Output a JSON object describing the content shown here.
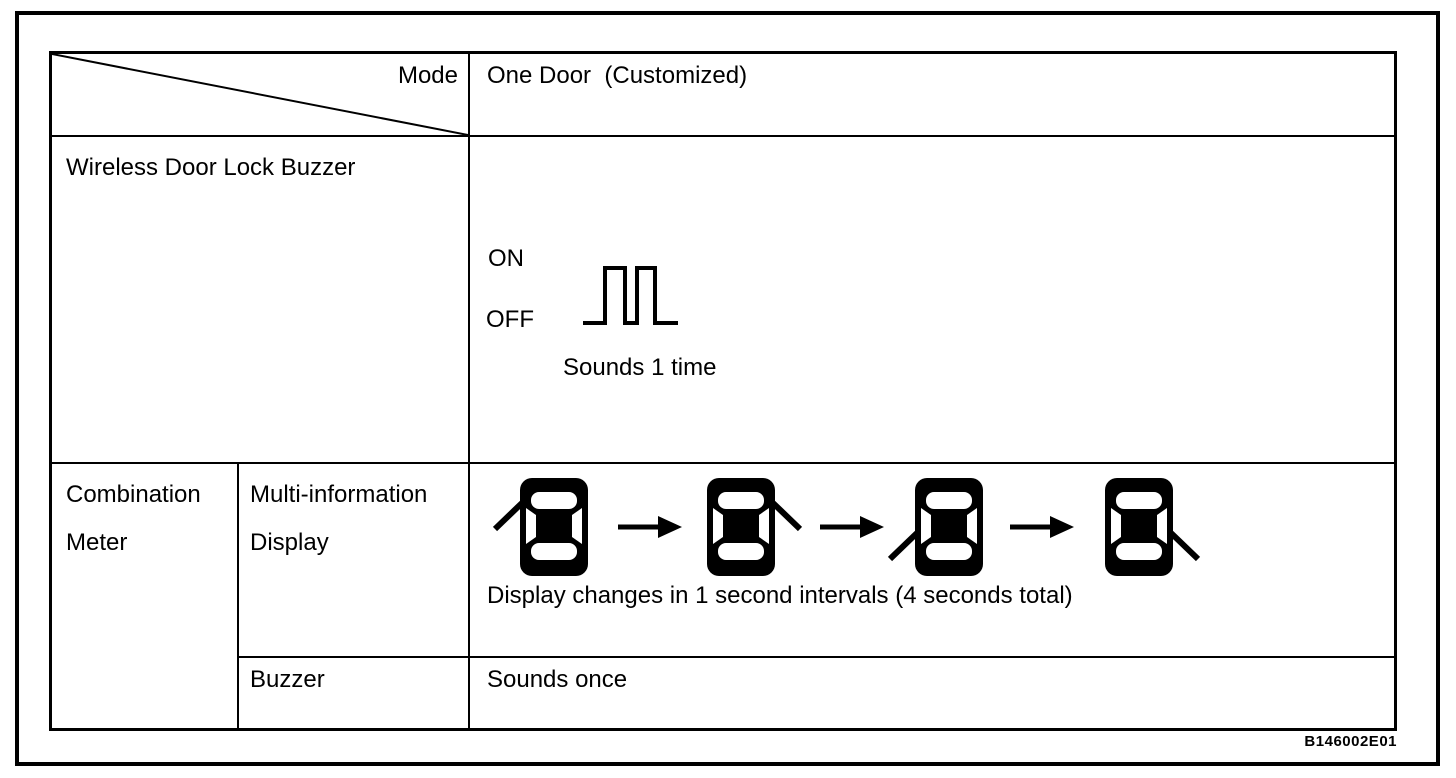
{
  "figure_code": "B146002E01",
  "colors": {
    "ink": "#000000",
    "background": "#ffffff"
  },
  "header": {
    "corner_label": "Mode",
    "mode_value": "One Door  (Customized)"
  },
  "wireless_buzzer_row": {
    "label": "Wireless Door Lock Buzzer",
    "signal": {
      "on_label": "ON",
      "off_label": "OFF",
      "pulse_count": 2,
      "caption": "Sounds 1 time"
    }
  },
  "combination_meter_row": {
    "group_label": "Combination\nMeter",
    "multi_information_display": {
      "label": "Multi-information\nDisplay",
      "door_sequence": [
        "front-left",
        "front-right",
        "rear-left",
        "rear-right"
      ],
      "caption": "Display changes in 1 second intervals (4 seconds total)"
    },
    "buzzer": {
      "label": "Buzzer",
      "value": "Sounds once"
    }
  }
}
